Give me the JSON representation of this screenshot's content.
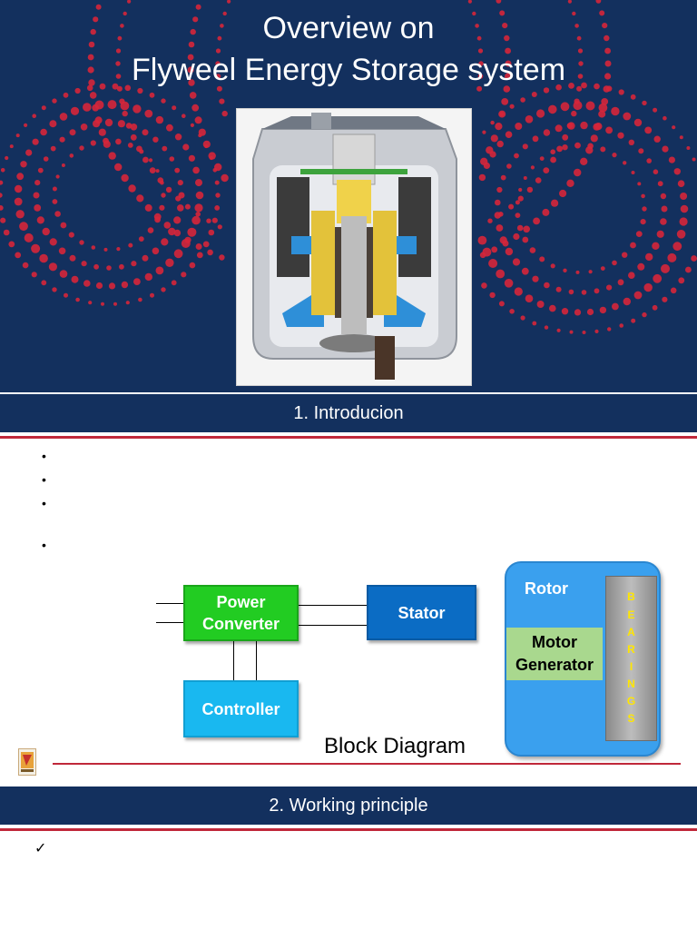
{
  "hero": {
    "title_line1": "Overview on",
    "title_line2": "Flyweel Energy Storage system",
    "background_color": "#13305e",
    "dot_color": "#d6263a"
  },
  "sections": [
    {
      "label": "1. Introducion"
    },
    {
      "label": "2. Working principle"
    }
  ],
  "intro_bullets": [
    "•",
    "•",
    "•",
    "•"
  ],
  "diagram": {
    "power_converter_line1": "Power",
    "power_converter_line2": "Converter",
    "stator": "Stator",
    "controller": "Controller",
    "rotor": "Rotor",
    "motor_generator_line1": "Motor",
    "motor_generator_line2": "Generator",
    "bearings_letters": [
      "B",
      "E",
      "A",
      "R",
      "I",
      "N",
      "G",
      "S"
    ],
    "caption": "Block Diagram"
  },
  "working_bullet": "✓"
}
